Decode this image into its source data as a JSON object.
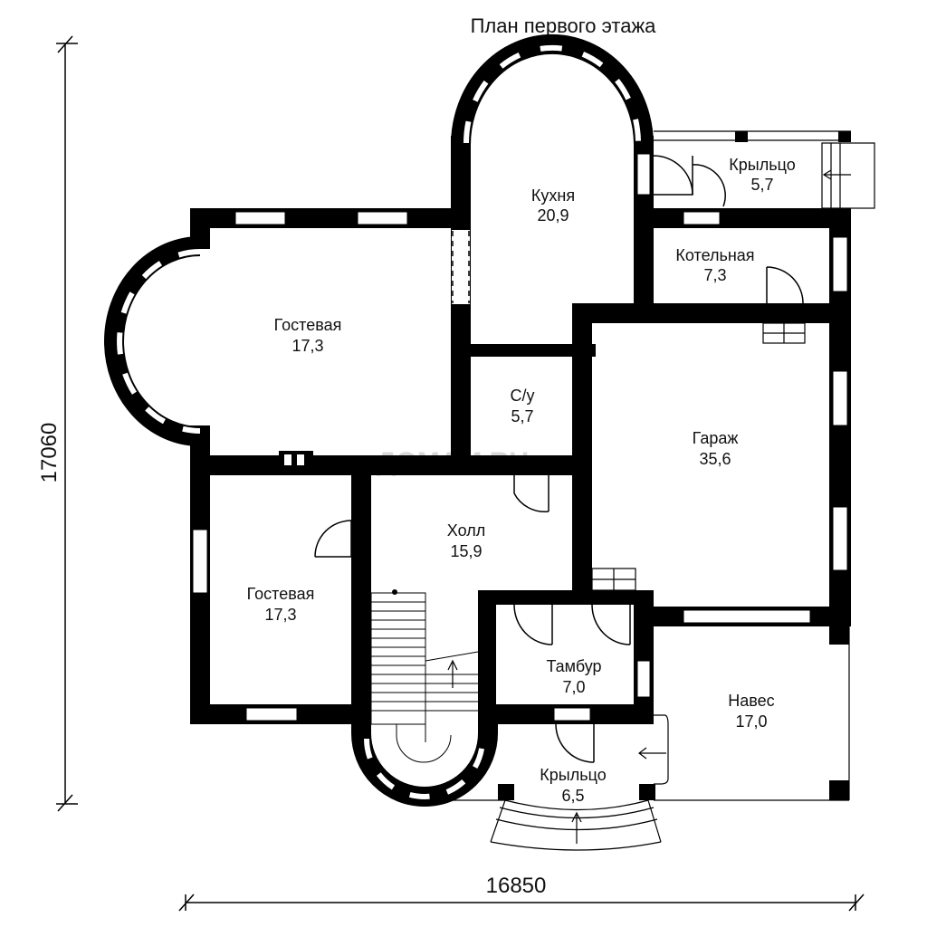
{
  "title": "План первого этажа",
  "watermark": "ДОМАМ.RU",
  "dimensions": {
    "width": "16850",
    "height": "17060"
  },
  "rooms": [
    {
      "name": "Кухня",
      "area": "20,9"
    },
    {
      "name": "Крыльцо",
      "area": "5,7"
    },
    {
      "name": "Котельная",
      "area": "7,3"
    },
    {
      "name": "Гостевая",
      "area": "17,3"
    },
    {
      "name": "С/у",
      "area": "5,7"
    },
    {
      "name": "Гараж",
      "area": "35,6"
    },
    {
      "name": "Холл",
      "area": "15,9"
    },
    {
      "name": "Гостевая",
      "area": "17,3"
    },
    {
      "name": "Тамбур",
      "area": "7,0"
    },
    {
      "name": "Навес",
      "area": "17,0"
    },
    {
      "name": "Крыльцо",
      "area": "6,5"
    }
  ]
}
